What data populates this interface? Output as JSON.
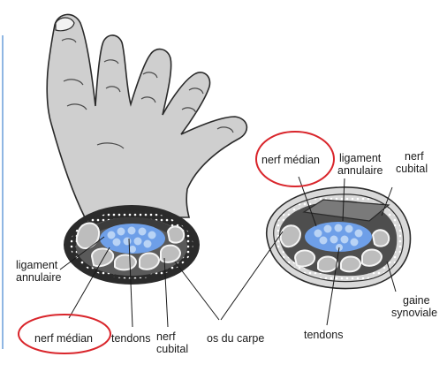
{
  "labels": {
    "ligament_left_l1": "ligament",
    "ligament_left_l2": "annulaire",
    "nerf_median_left": "nerf médian",
    "tendons_left": "tendons",
    "nerf_cubital_left_l1": "nerf",
    "nerf_cubital_left_l2": "cubital",
    "os_du_carpe": "os du carpe",
    "nerf_median_right": "nerf médian",
    "ligament_right_l1": "ligament",
    "ligament_right_l2": "annulaire",
    "nerf_cubital_right_l1": "nerf",
    "nerf_cubital_right_l2": "cubital",
    "gaine_l1": "gaine",
    "gaine_l2": "synoviale",
    "tendons_right": "tendons"
  },
  "colors": {
    "skin": "#cfcfcf",
    "skin_outline": "#2a2a2a",
    "tendon_blue": "#6e9fe8",
    "tendon_light": "#b9d3f5",
    "bone": "#bdbdbd",
    "highlight_circle": "#d9252b",
    "left_rule": "#8fb6e3"
  }
}
